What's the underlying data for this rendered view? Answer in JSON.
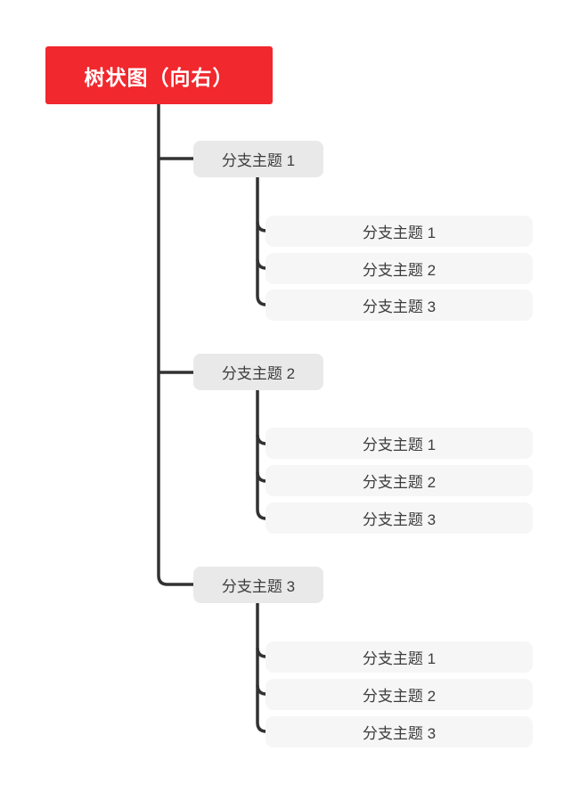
{
  "colors": {
    "canvas_bg": "#ffffff",
    "root_fill": "#f1282d",
    "root_text": "#ffffff",
    "branch_fill": "#e9e9e9",
    "subtopic_fill": "#f6f6f6",
    "node_text": "#3d3d3d",
    "line": "#323232"
  },
  "root": {
    "label": "树状图（向右）"
  },
  "branches": [
    {
      "label": "分支主题 1",
      "children": [
        {
          "label": "分支主题 1"
        },
        {
          "label": "分支主题 2"
        },
        {
          "label": "分支主题 3"
        }
      ]
    },
    {
      "label": "分支主题 2",
      "children": [
        {
          "label": "分支主题 1"
        },
        {
          "label": "分支主题 2"
        },
        {
          "label": "分支主题 3"
        }
      ]
    },
    {
      "label": "分支主题 3",
      "children": [
        {
          "label": "分支主题 1"
        },
        {
          "label": "分支主题 2"
        },
        {
          "label": "分支主题 3"
        }
      ]
    }
  ]
}
